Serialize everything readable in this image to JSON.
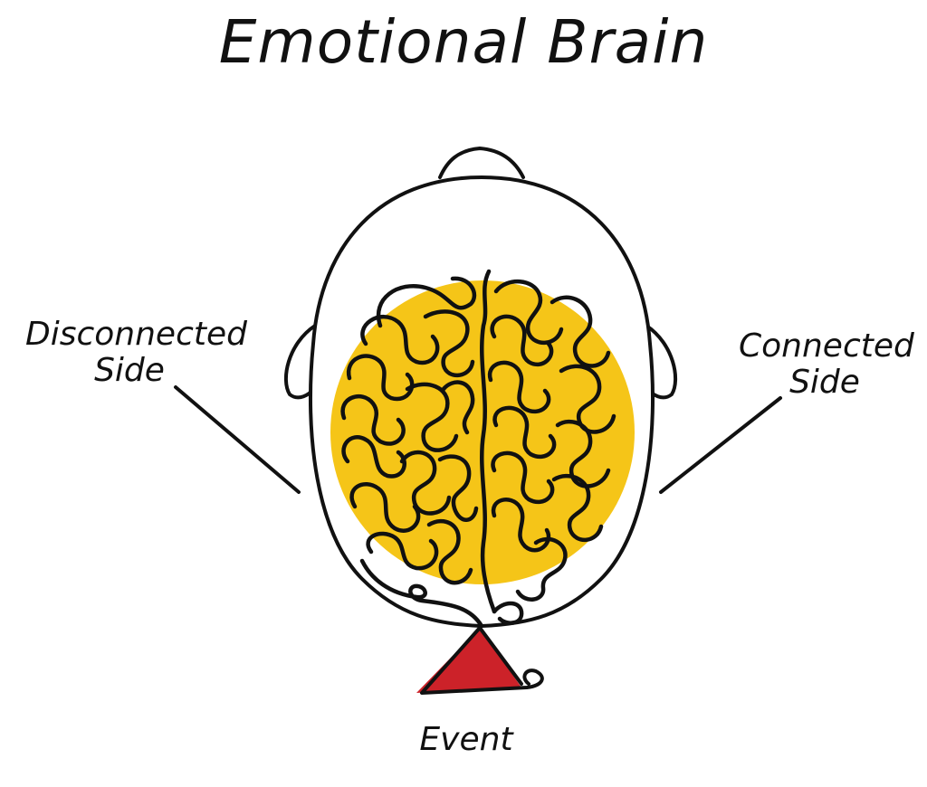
{
  "title": "Emotional Brain",
  "labels": {
    "disconnected_line1": "Disconnected",
    "disconnected_line2": "Side",
    "connected_line1": "Connected",
    "connected_line2": "Side",
    "event": "Event"
  },
  "colors": {
    "brain_fill": "#F5C518",
    "event_triangle": "#CC2229",
    "outline": "#111111"
  }
}
